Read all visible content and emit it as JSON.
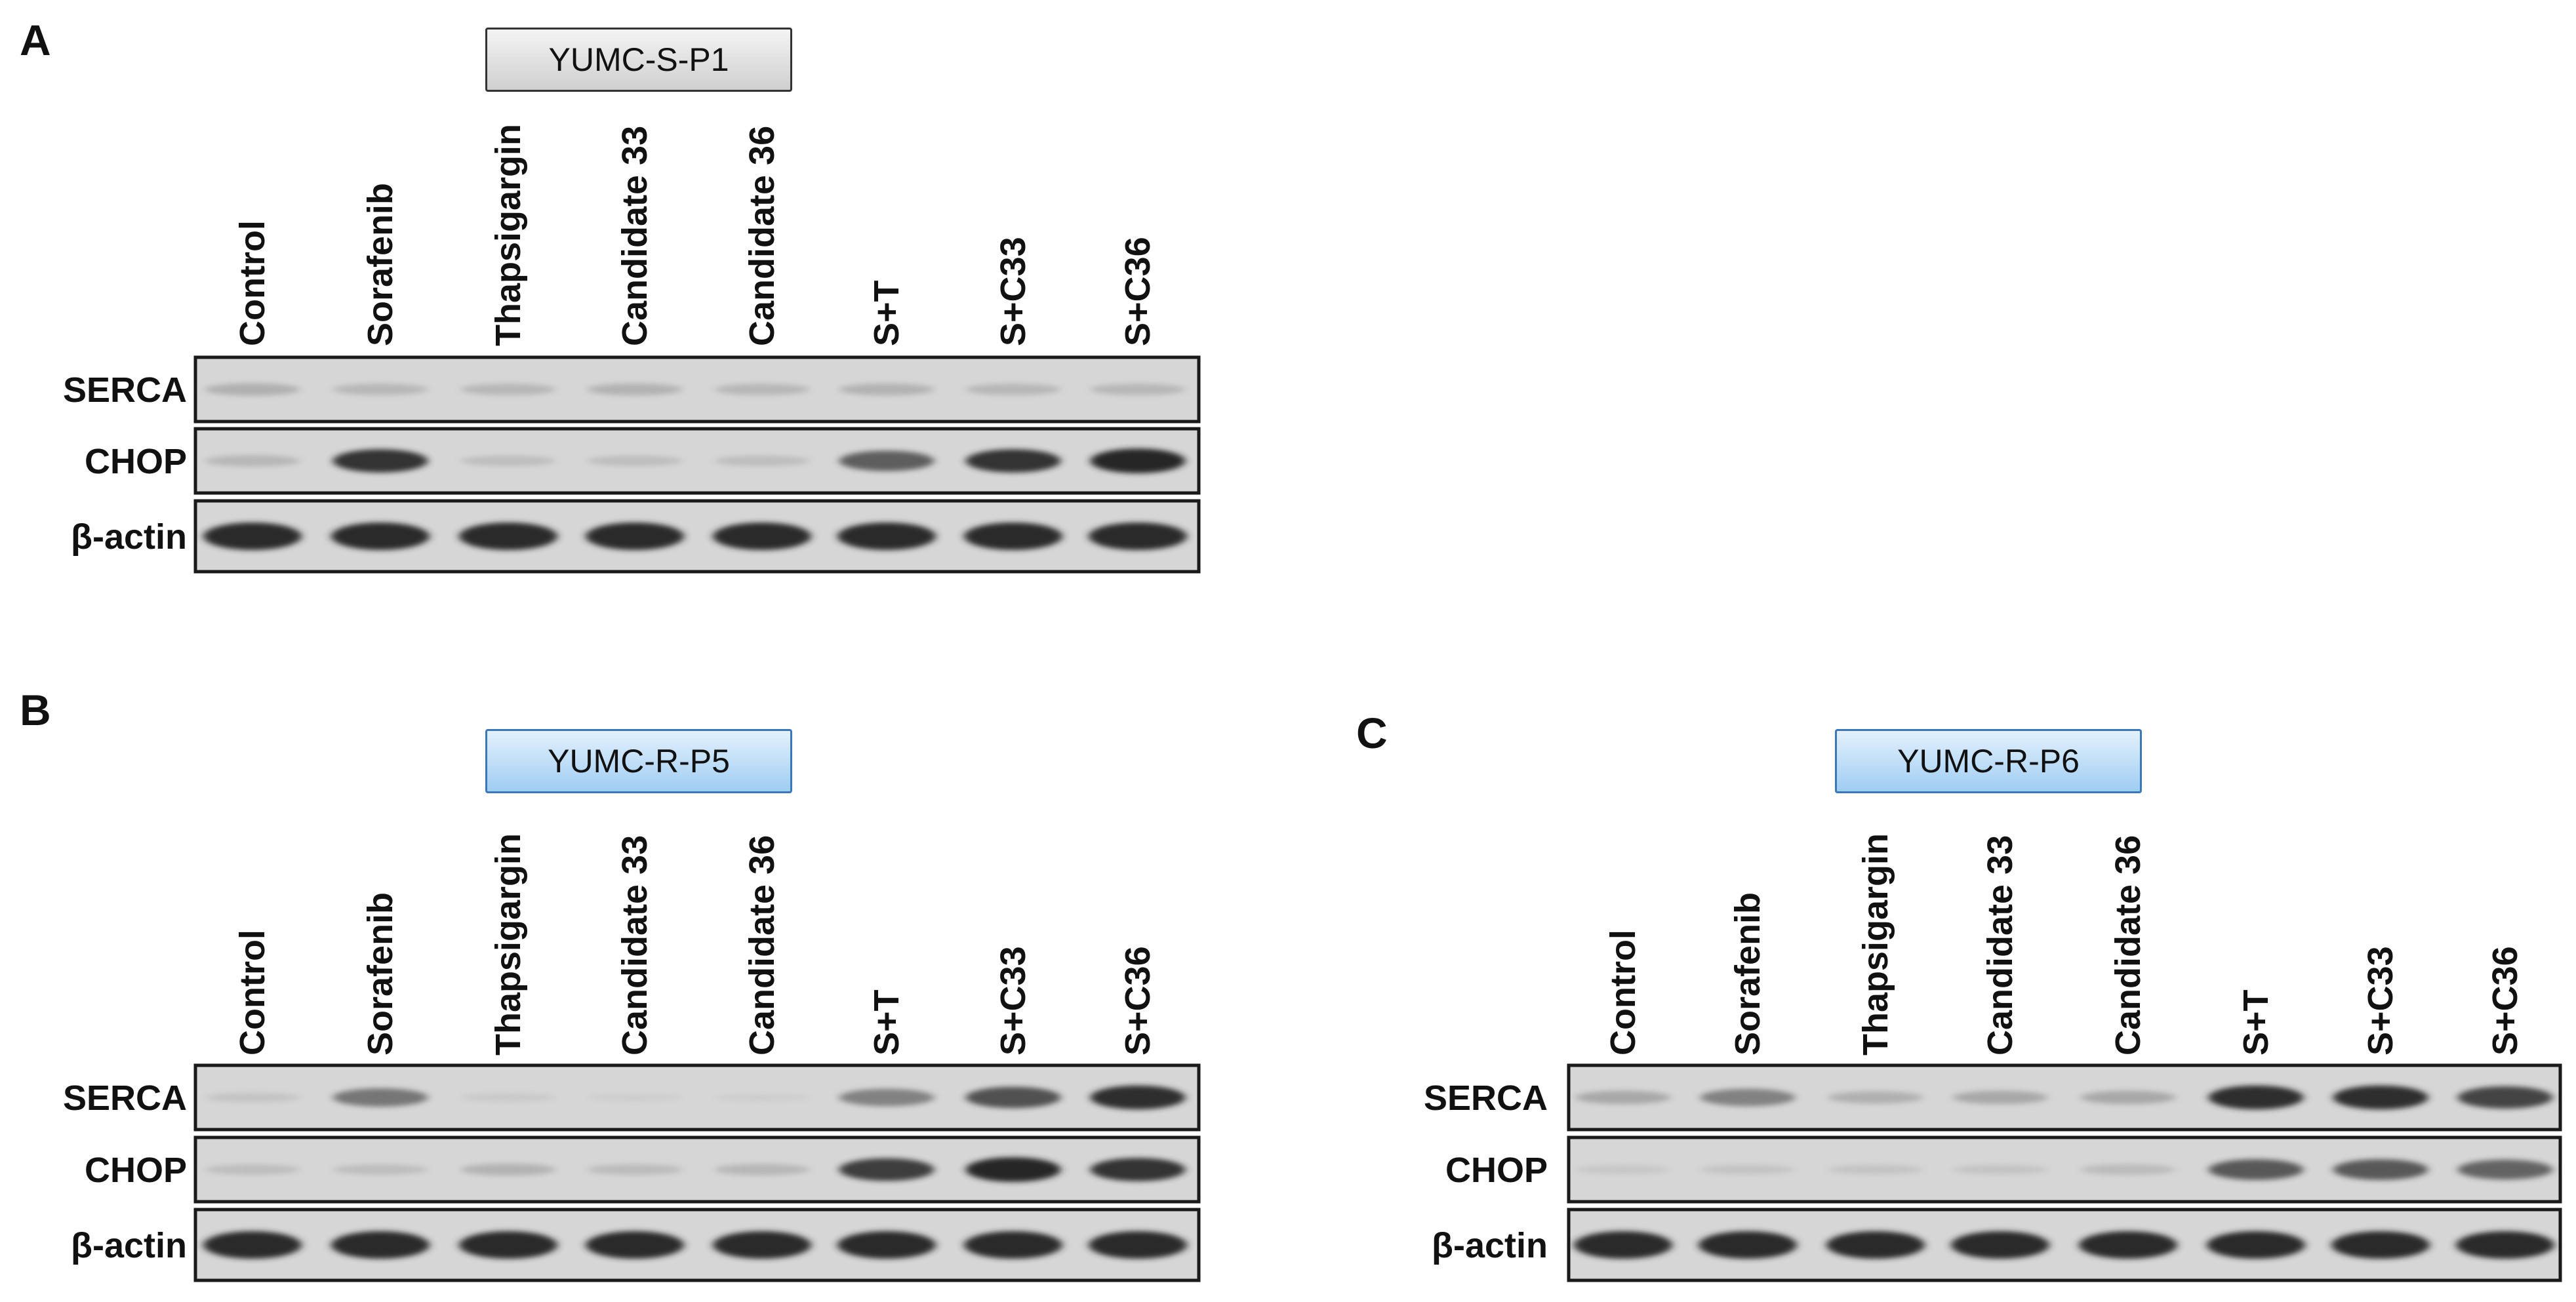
{
  "panels": [
    {
      "letter": "A",
      "cell_line": "YUMC-S-P1",
      "box_style": "gray",
      "lanes": [
        "Control",
        "Sorafenib",
        "Thapsigargin",
        "Candidate 33",
        "Candidate 36",
        "S+T",
        "S+C33",
        "S+C36"
      ],
      "blots": [
        {
          "protein": "SERCA",
          "intensity": [
            0.3,
            0.25,
            0.25,
            0.28,
            0.25,
            0.28,
            0.25,
            0.25
          ]
        },
        {
          "protein": "CHOP",
          "intensity": [
            0.25,
            0.85,
            0.2,
            0.2,
            0.2,
            0.7,
            0.85,
            0.92
          ]
        },
        {
          "protein": "β-actin",
          "intensity": [
            0.9,
            0.9,
            0.9,
            0.9,
            0.9,
            0.9,
            0.9,
            0.9
          ]
        }
      ]
    },
    {
      "letter": "B",
      "cell_line": "YUMC-R-P5",
      "box_style": "blue",
      "lanes": [
        "Control",
        "Sorafenib",
        "Thapsigargin",
        "Candidate 33",
        "Candidate 36",
        "S+T",
        "S+C33",
        "S+C36"
      ],
      "blots": [
        {
          "protein": "SERCA",
          "intensity": [
            0.15,
            0.6,
            0.1,
            0.05,
            0.05,
            0.55,
            0.75,
            0.88
          ]
        },
        {
          "protein": "CHOP",
          "intensity": [
            0.2,
            0.2,
            0.28,
            0.22,
            0.25,
            0.82,
            0.92,
            0.85
          ]
        },
        {
          "protein": "β-actin",
          "intensity": [
            0.9,
            0.9,
            0.9,
            0.9,
            0.9,
            0.9,
            0.9,
            0.9
          ]
        }
      ]
    },
    {
      "letter": "C",
      "cell_line": "YUMC-R-P6",
      "box_style": "blue",
      "lanes": [
        "Control",
        "Sorafenib",
        "Thapsigargin",
        "Candidate 33",
        "Candidate 36",
        "S+T",
        "S+C33",
        "S+C36"
      ],
      "blots": [
        {
          "protein": "SERCA",
          "intensity": [
            0.35,
            0.55,
            0.3,
            0.35,
            0.35,
            0.88,
            0.88,
            0.8
          ]
        },
        {
          "protein": "CHOP",
          "intensity": [
            0.12,
            0.15,
            0.15,
            0.15,
            0.22,
            0.72,
            0.72,
            0.68
          ]
        },
        {
          "protein": "β-actin",
          "intensity": [
            0.9,
            0.9,
            0.9,
            0.9,
            0.9,
            0.9,
            0.9,
            0.9
          ]
        }
      ]
    }
  ]
}
